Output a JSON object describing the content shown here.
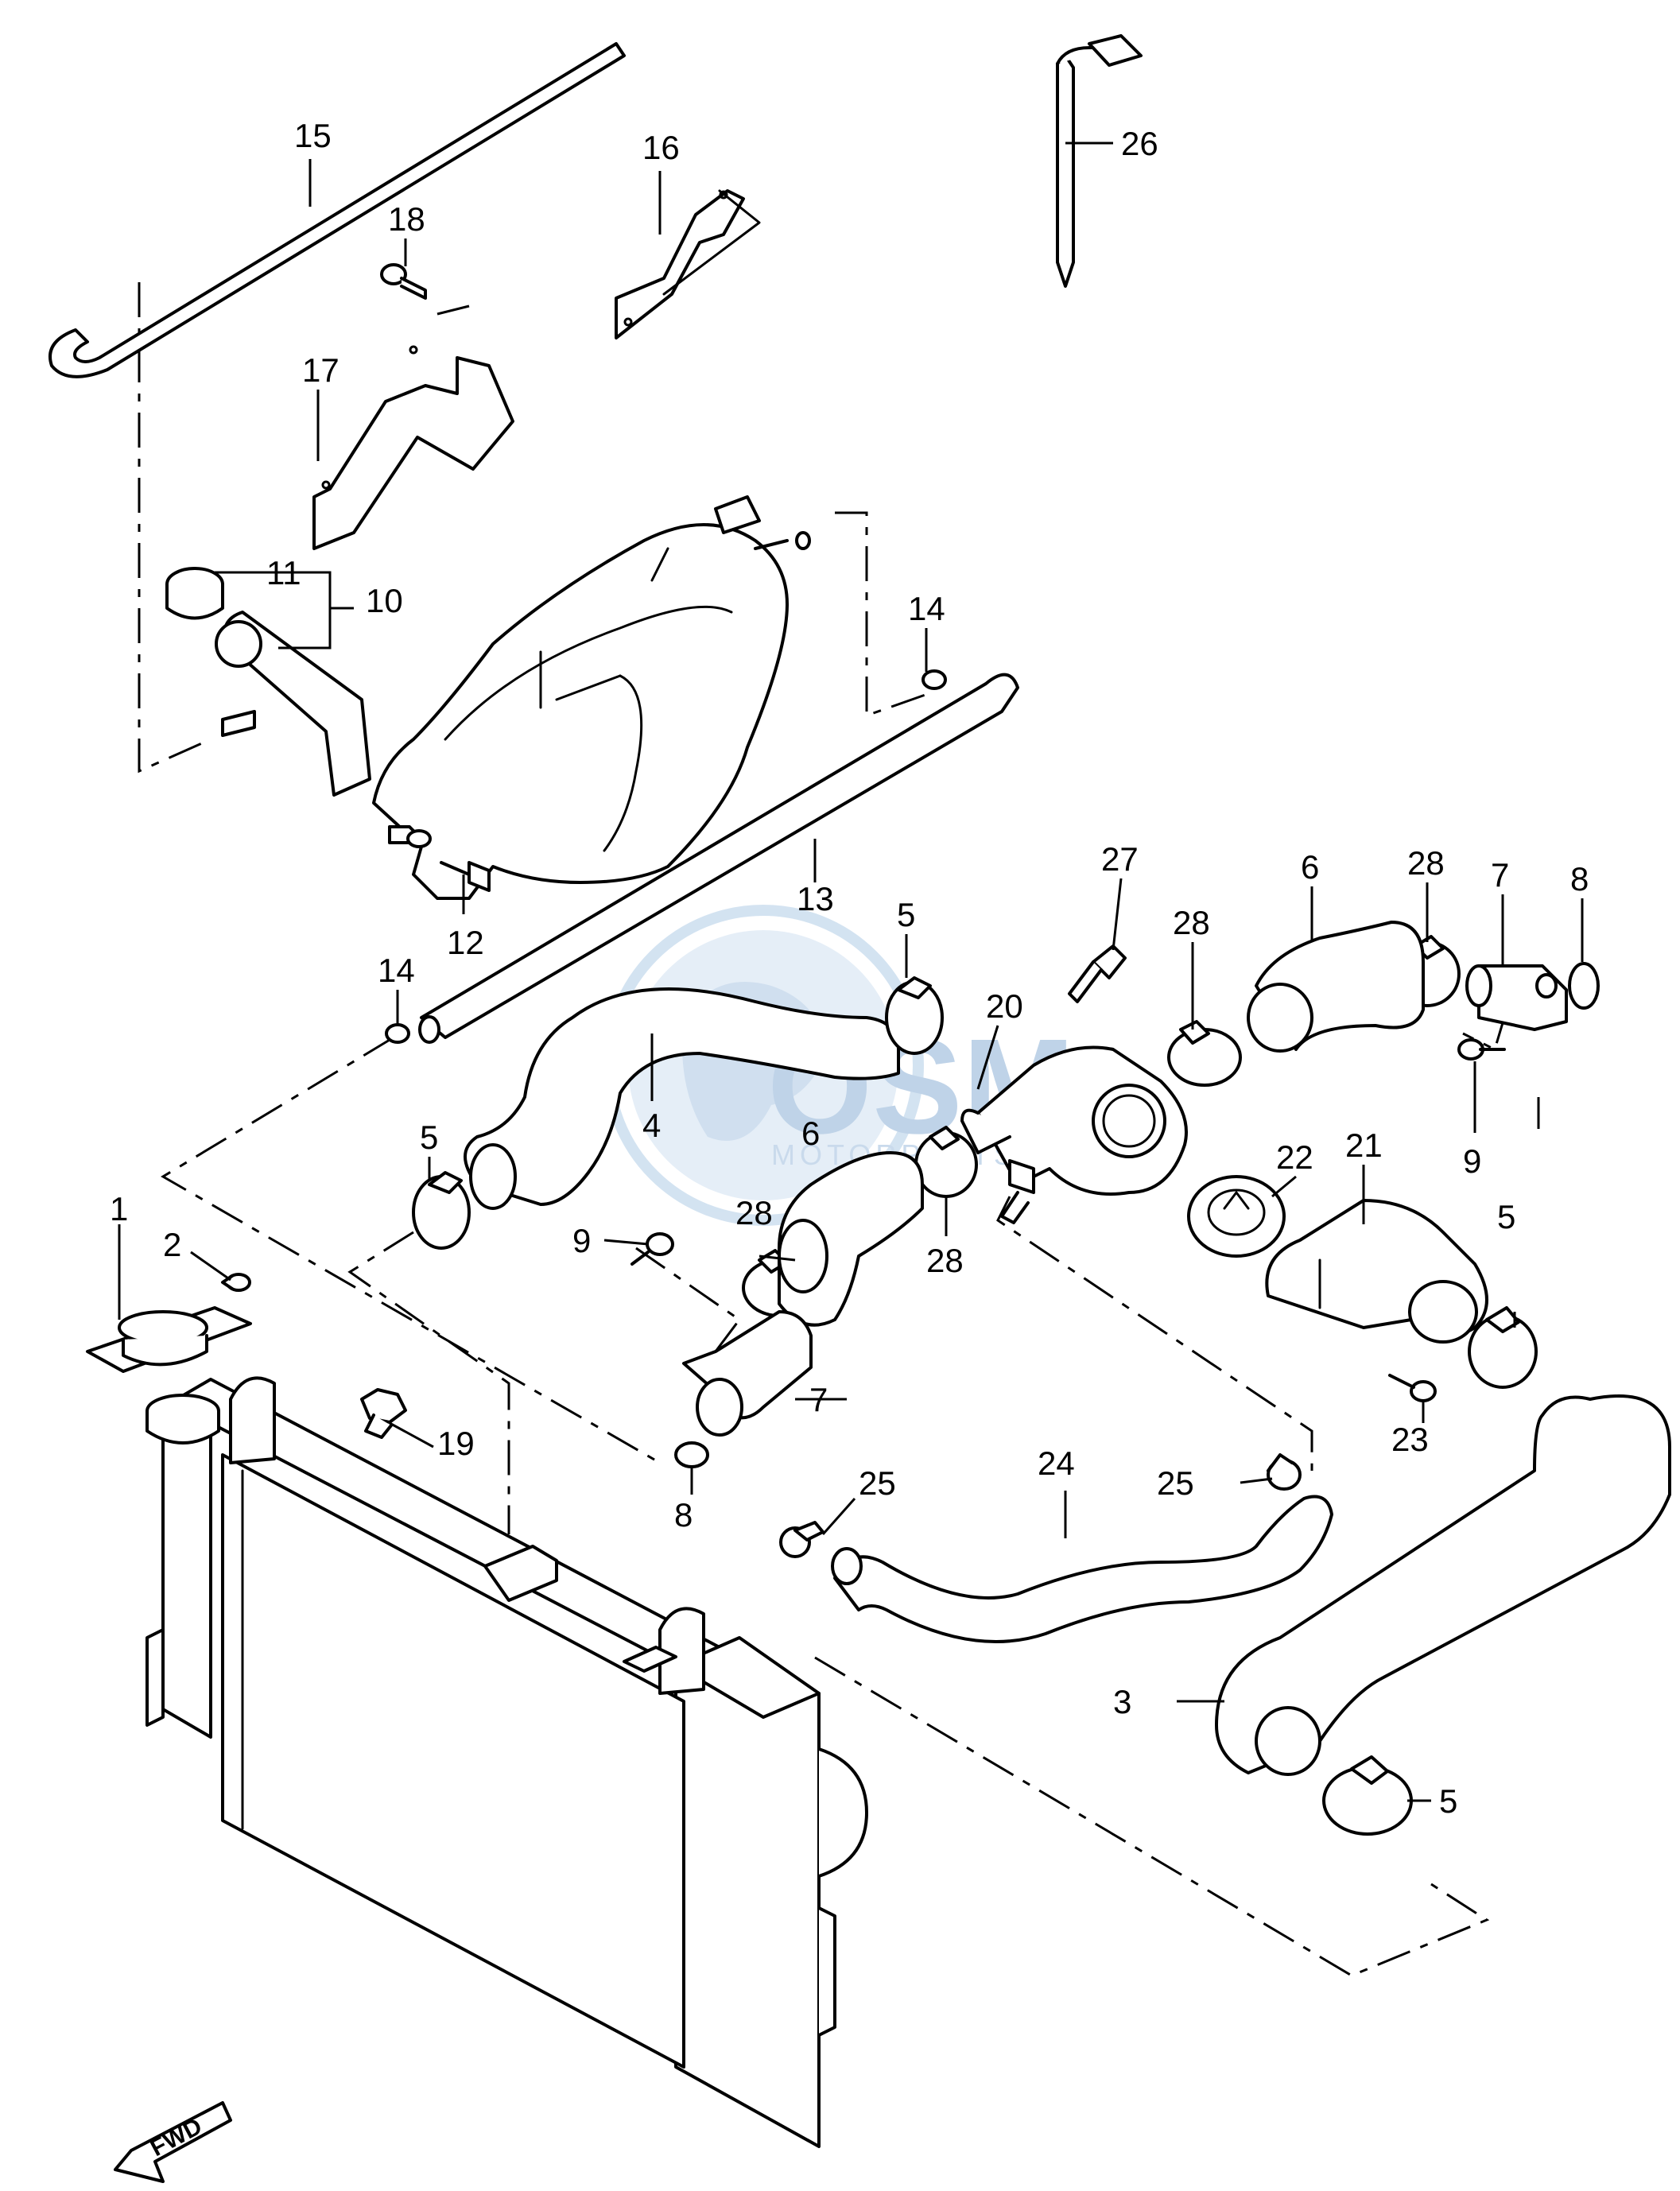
{
  "watermark": {
    "brand": "OSM",
    "sub": "MOTORPARTS",
    "color": "#b9cfe6"
  },
  "direction_marker": "FWD",
  "callouts": {
    "c1": "1",
    "c2": "2",
    "c3": "3",
    "c4": "4",
    "c5a": "5",
    "c5b": "5",
    "c5c": "5",
    "c5d": "5",
    "c6a": "6",
    "c6b": "6",
    "c7a": "7",
    "c7b": "7",
    "c8a": "8",
    "c8b": "8",
    "c9a": "9",
    "c9b": "9",
    "c10": "10",
    "c11": "11",
    "c12": "12",
    "c13": "13",
    "c14a": "14",
    "c14b": "14",
    "c15": "15",
    "c16": "16",
    "c17": "17",
    "c18": "18",
    "c19": "19",
    "c20": "20",
    "c21": "21",
    "c22": "22",
    "c23": "23",
    "c24": "24",
    "c25a": "25",
    "c25b": "25",
    "c26": "26",
    "c27": "27",
    "c28a": "28",
    "c28b": "28",
    "c28c": "28",
    "c28d": "28"
  }
}
